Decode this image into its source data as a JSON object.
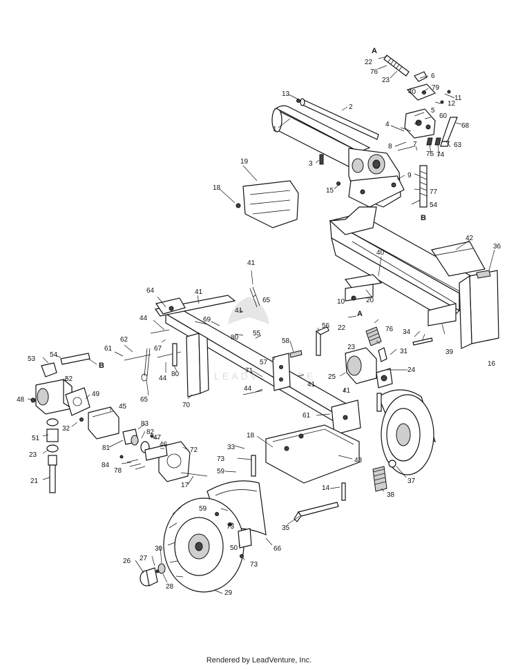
{
  "diagram": {
    "footer": "Rendered by LeadVenture, Inc.",
    "watermark": "LEADVENTURE",
    "connector_labels": {
      "a_top": "A",
      "b_top": "B",
      "a_mid": "A",
      "b_left": "B"
    },
    "callouts": {
      "c1": "1",
      "c2": "2",
      "c3": "3",
      "c4": "4",
      "c5": "5",
      "c6": "6",
      "c7": "7",
      "c8": "8",
      "c9": "9",
      "c10": "10",
      "c11": "11",
      "c12": "12",
      "c13": "13",
      "c14": "14",
      "c15": "15",
      "c16": "16",
      "c17": "17",
      "c18a": "18",
      "c18b": "18",
      "c19": "19",
      "c20": "20",
      "c21": "21",
      "c22a": "22",
      "c22b": "22",
      "c23a": "23",
      "c23b": "23",
      "c23c": "23",
      "c24": "24",
      "c25": "25",
      "c26": "26",
      "c27": "27",
      "c28": "28",
      "c29": "29",
      "c30": "30",
      "c31": "31",
      "c32": "32",
      "c33": "33",
      "c34": "34",
      "c35": "35",
      "c36": "36",
      "c37": "37",
      "c38": "38",
      "c39": "39",
      "c40a": "40",
      "c40b": "40",
      "c41a": "41",
      "c41b": "41",
      "c41c": "41",
      "c41d": "41",
      "c41e": "41",
      "c42": "42",
      "c43": "43",
      "c44a": "44",
      "c44b": "44",
      "c44c": "44",
      "c45": "45",
      "c46": "46",
      "c47": "47",
      "c48": "48",
      "c49": "49",
      "c50": "50",
      "c51": "51",
      "c52": "52",
      "c53": "53",
      "c54a": "54",
      "c54b": "54",
      "c55": "55",
      "c56": "56",
      "c57": "57",
      "c58": "58",
      "c59a": "59",
      "c59b": "59",
      "c60": "60",
      "c61a": "61",
      "c61b": "61",
      "c62": "62",
      "c63": "63",
      "c64": "64",
      "c65a": "65",
      "c65b": "65",
      "c66": "66",
      "c67": "67",
      "c68": "68",
      "c69": "69",
      "c70": "70",
      "c71": "71",
      "c72": "72",
      "c73a": "73",
      "c73b": "73",
      "c73c": "73",
      "c74": "74",
      "c75": "75",
      "c76a": "76",
      "c76b": "76",
      "c77": "77",
      "c78": "78",
      "c79": "79",
      "c80a": "80",
      "c80b": "80",
      "c81": "81",
      "c82": "82",
      "c83": "83",
      "c84": "84"
    }
  }
}
